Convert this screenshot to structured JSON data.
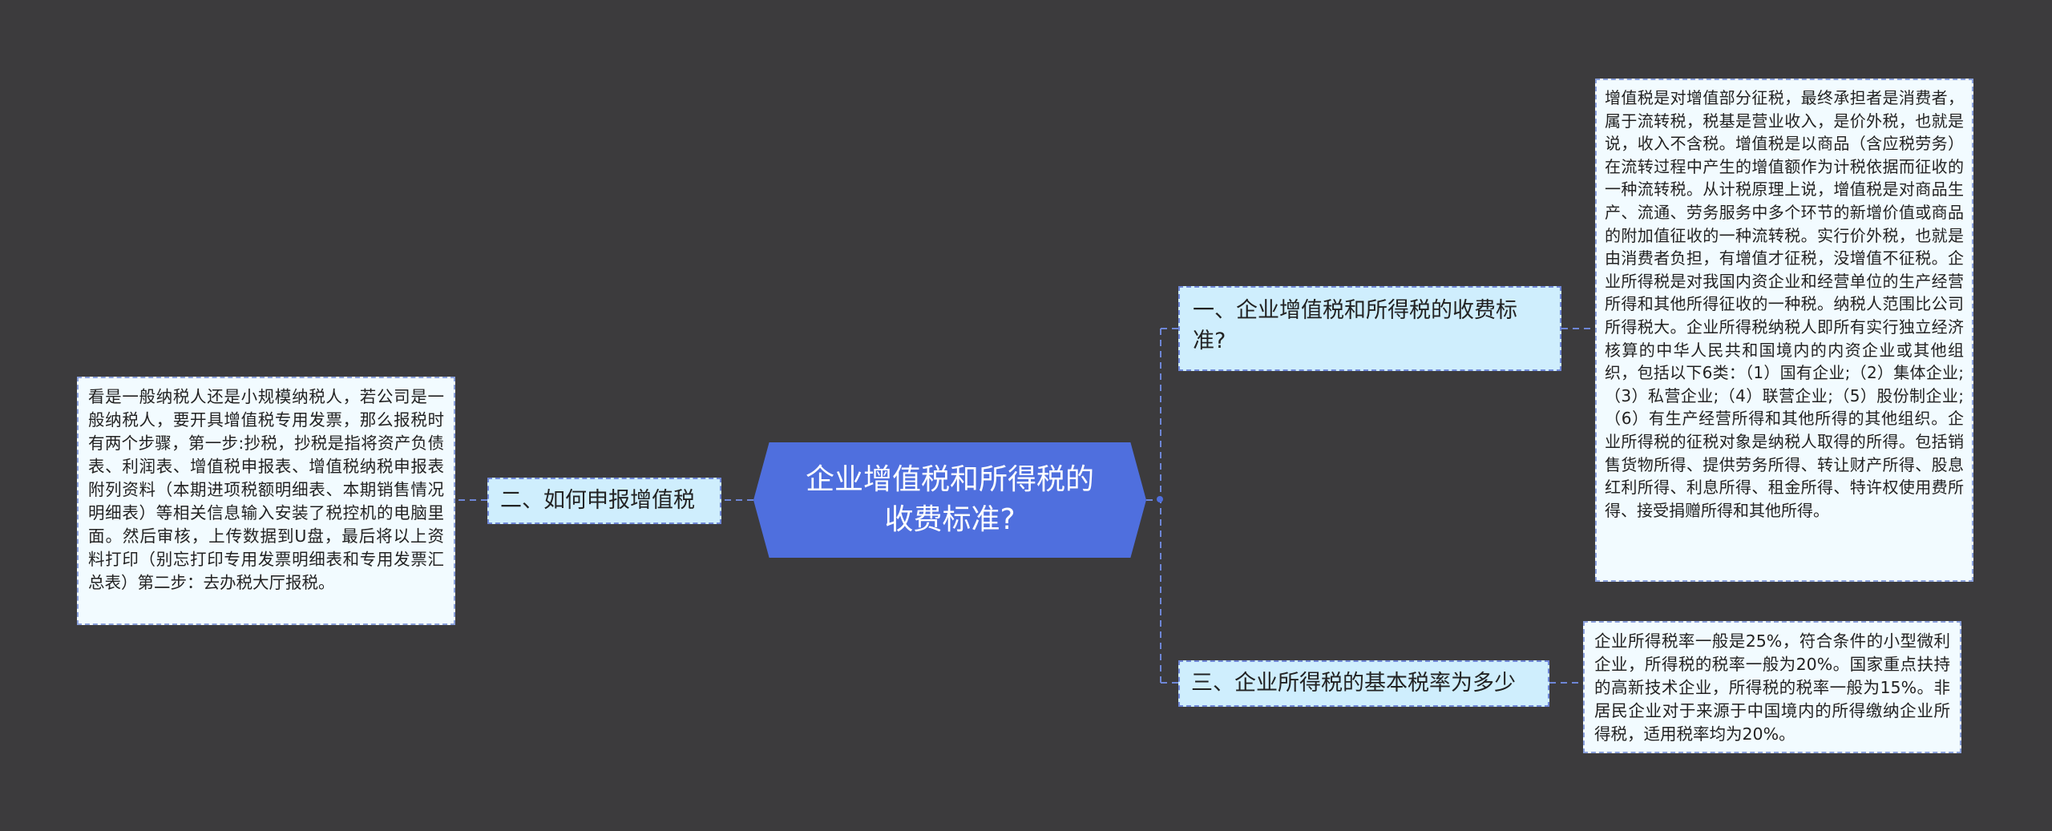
{
  "center": {
    "title": "企业增值税和所得税的收费标准?"
  },
  "branches": [
    {
      "title": "一、企业增值税和所得税的收费标准?",
      "detail": "增值税是对增值部分征税，最终承担者是消费者，属于流转税，税基是营业收入，是价外税，也就是说，收入不含税。增值税是以商品（含应税劳务）在流转过程中产生的增值额作为计税依据而征收的一种流转税。从计税原理上说，增值税是对商品生产、流通、劳务服务中多个环节的新增价值或商品的附加值征收的一种流转税。实行价外税，也就是由消费者负担，有增值才征税，没增值不征税。企业所得税是对我国内资企业和经营单位的生产经营所得和其他所得征收的一种税。纳税人范围比公司所得税大。企业所得税纳税人即所有实行独立经济核算的中华人民共和国境内的内资企业或其他组织，包括以下6类：（1）国有企业;（2）集体企业;（3）私营企业;（4）联营企业;（5）股份制企业;（6）有生产经营所得和其他所得的其他组织。企业所得税的征税对象是纳税人取得的所得。包括销售货物所得、提供劳务所得、转让财产所得、股息红利所得、利息所得、租金所得、特许权使用费所得、接受捐赠所得和其他所得。"
    },
    {
      "title": "二、如何申报增值税",
      "detail": "看是一般纳税人还是小规模纳税人，若公司是一般纳税人，要开具增值税专用发票，那么报税时有两个步骤，第一步:抄税，抄税是指将资产负债表、利润表、增值税申报表、增值税纳税申报表附列资料（本期进项税额明细表、本期销售情况明细表）等相关信息输入安装了税控机的电脑里面。然后审核，上传数据到U盘，最后将以上资料打印（别忘打印专用发票明细表和专用发票汇总表）第二步：去办税大厅报税。"
    },
    {
      "title": "三、企业所得税的基本税率为多少",
      "detail": "企业所得税率一般是25%，符合条件的小型微利企业，所得税的税率一般为20%。国家重点扶持的高新技术企业，所得税的税率一般为15%。非居民企业对于来源于中国境内的所得缴纳企业所得税，适用税率均为20%。"
    }
  ],
  "colors": {
    "background": "#3c3b3d",
    "center_fill": "#4f6fde",
    "branch_fill": "#cfeefd",
    "leaf_fill": "#f2fbff",
    "connector": "#6e86d6"
  }
}
